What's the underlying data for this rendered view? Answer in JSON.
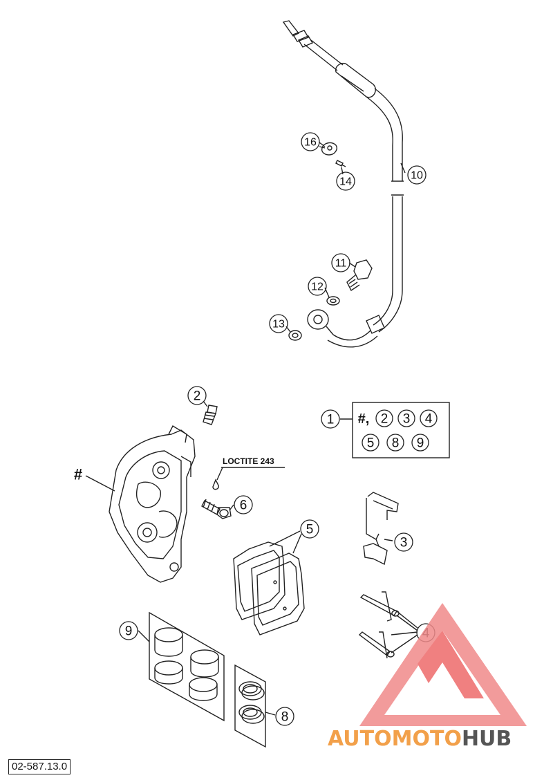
{
  "diagram": {
    "document_code": "02-587.13.0",
    "loctite_label": "LOCTITE 243",
    "hash_symbol": "#",
    "callouts": [
      {
        "id": "c16",
        "label": "16"
      },
      {
        "id": "c14",
        "label": "14"
      },
      {
        "id": "c10",
        "label": "10"
      },
      {
        "id": "c11",
        "label": "11"
      },
      {
        "id": "c12",
        "label": "12"
      },
      {
        "id": "c13",
        "label": "13"
      },
      {
        "id": "c2",
        "label": "2"
      },
      {
        "id": "c6",
        "label": "6"
      },
      {
        "id": "c5",
        "label": "5"
      },
      {
        "id": "c3",
        "label": "3"
      },
      {
        "id": "c4",
        "label": "4"
      },
      {
        "id": "c9",
        "label": "9"
      },
      {
        "id": "c8",
        "label": "8"
      },
      {
        "id": "c1",
        "label": "1"
      }
    ],
    "kit": {
      "lead": "#,",
      "items_row1": [
        "2",
        "3",
        "4"
      ],
      "items_row2": [
        "5",
        "8",
        "9"
      ]
    },
    "watermark": {
      "text_part1": "AUTOMOTO",
      "text_part2": "HUB",
      "color_primary": "#f08a8a",
      "color_secondary": "#ee6b6b",
      "color_text_gray": "#555555"
    }
  }
}
